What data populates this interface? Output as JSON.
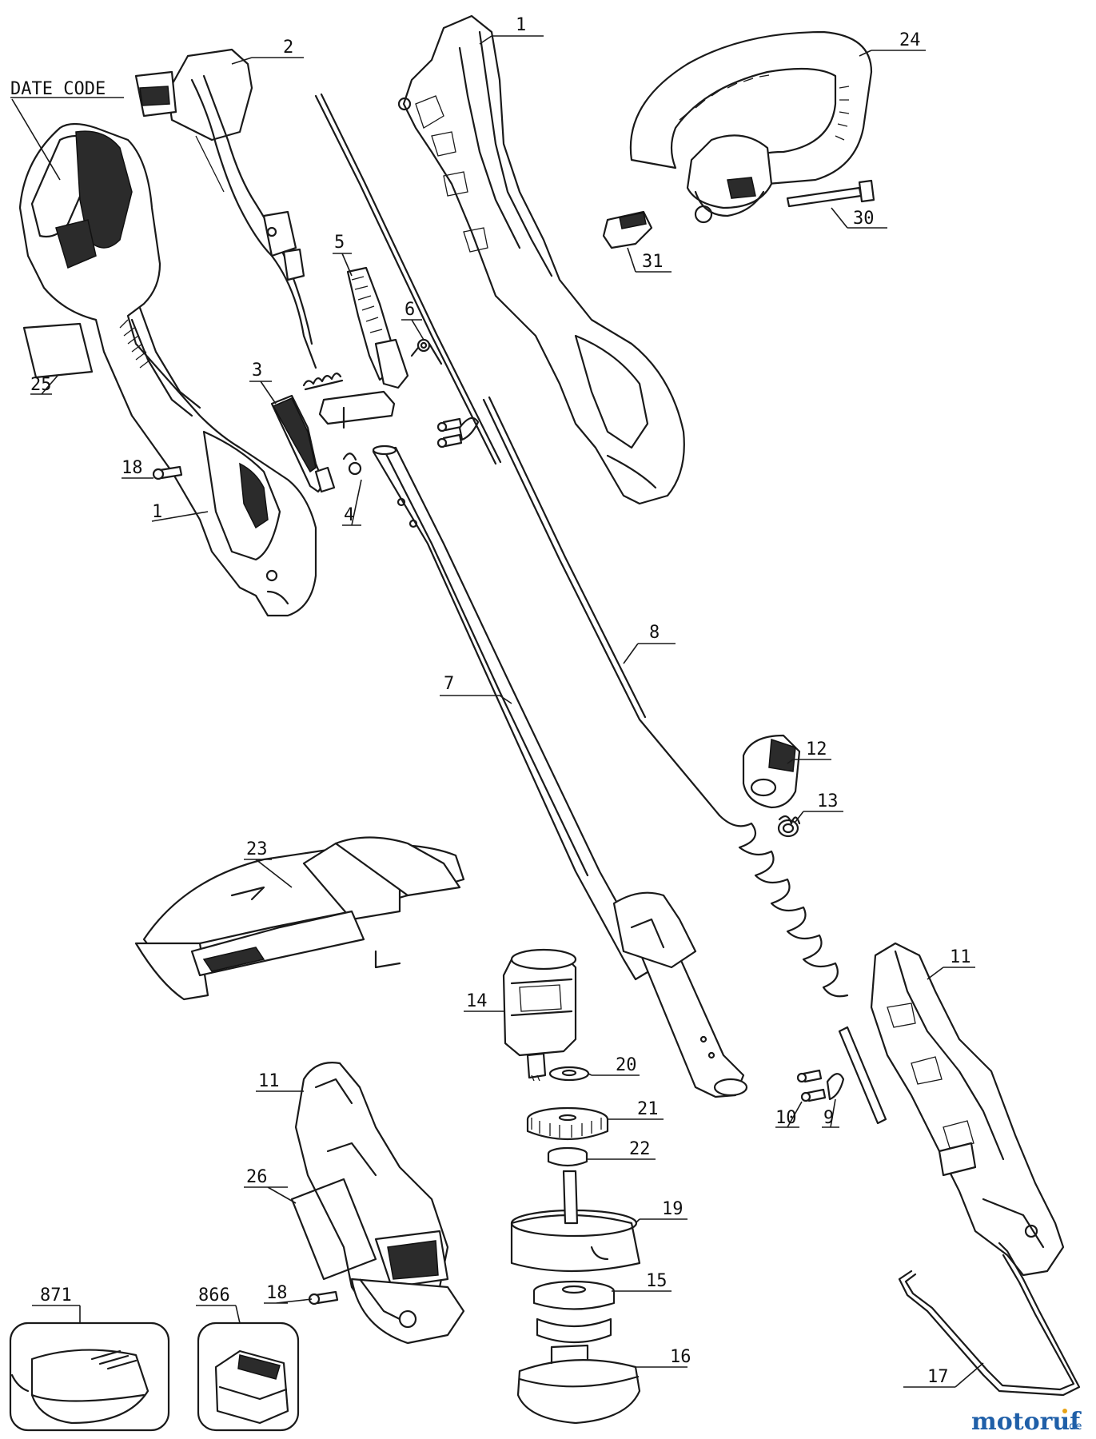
{
  "callouts": [
    {
      "label": "DATE CODE"
    },
    {
      "label": "1"
    },
    {
      "label": "2"
    },
    {
      "label": "24"
    },
    {
      "label": "30"
    },
    {
      "label": "31"
    },
    {
      "label": "5"
    },
    {
      "label": "6"
    },
    {
      "label": "3"
    },
    {
      "label": "25"
    },
    {
      "label": "18"
    },
    {
      "label": "1"
    },
    {
      "label": "4"
    },
    {
      "label": "8"
    },
    {
      "label": "7"
    },
    {
      "label": "12"
    },
    {
      "label": "13"
    },
    {
      "label": "23"
    },
    {
      "label": "11"
    },
    {
      "label": "14"
    },
    {
      "label": "20"
    },
    {
      "label": "21"
    },
    {
      "label": "22"
    },
    {
      "label": "10"
    },
    {
      "label": "9"
    },
    {
      "label": "11"
    },
    {
      "label": "26"
    },
    {
      "label": "19"
    },
    {
      "label": "18"
    },
    {
      "label": "15"
    },
    {
      "label": "871"
    },
    {
      "label": "866"
    },
    {
      "label": "16"
    },
    {
      "label": "17"
    }
  ],
  "watermark": {
    "main": "motoruf",
    "suffix": ".de"
  },
  "colors": {
    "line": "#1a1a1a",
    "brand_blue": "#1f5fa8",
    "brand_orange": "#e8a317"
  }
}
